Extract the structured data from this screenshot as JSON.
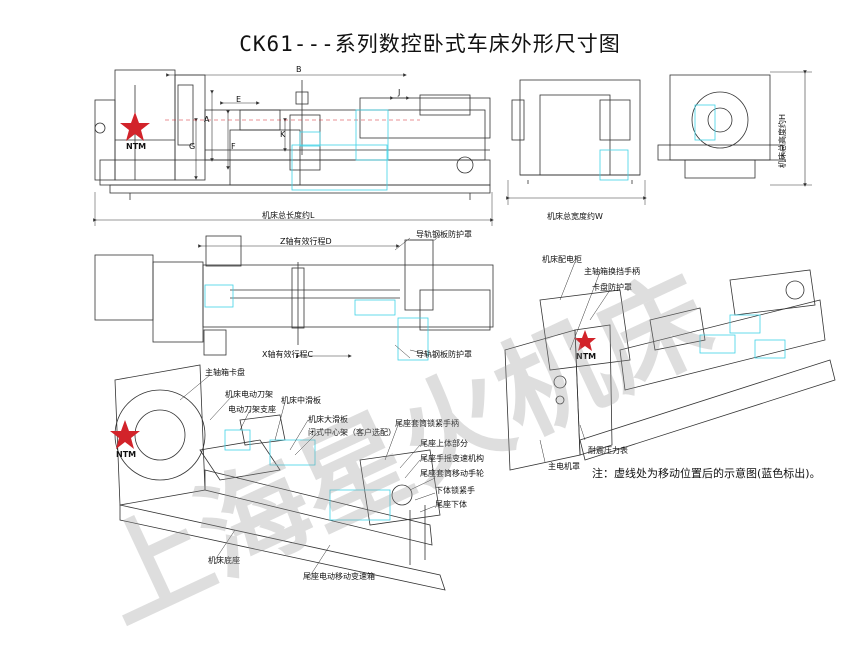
{
  "title": "CK61---系列数控卧式车床外形尺寸图",
  "dims": {
    "A": "A",
    "B": "B",
    "E": "E",
    "F": "F",
    "G": "G",
    "J": "J",
    "K": "K",
    "length": "机床总长度约L",
    "width": "机床总宽度约W",
    "height": "机床总高度约H",
    "z_travel": "Z轴有效行程D",
    "x_travel": "X轴有效行程C"
  },
  "labels": {
    "guard_top": "导轨钢板防护罩",
    "guard_bottom": "导轨钢板防护罩",
    "cabinet": "机床配电柜",
    "spindle_lever": "主轴箱换挡手柄",
    "chuck_guard": "卡盘防护罩",
    "chuck": "主轴箱卡盘",
    "turret": "机床电动刀架",
    "turret_bracket": "电动刀架支座",
    "mid_slide": "机床中滑板",
    "big_slide": "机床大滑板",
    "steady_rest": "闭式中心架（客户选配）",
    "quill_lock": "尾座套筒锁紧手柄",
    "tail_upper": "尾座上体部分",
    "tail_gear": "尾座手摇变速机构",
    "quill_wheel": "尾座套筒移动手轮",
    "lower_lock": "下体锁紧手",
    "tail_lower": "尾座下体",
    "bed_base": "机床底座",
    "tail_box": "尾座电动移动变速箱",
    "pressure_gauge": "耐震压力表",
    "motor_cover": "主电机罩"
  },
  "brand": "NTM",
  "note": "注：虚线处为移动位置后的示意图(蓝色标出)。",
  "watermark": "上海星火机床",
  "colors": {
    "line": "#333333",
    "accent_blue": "#3fd3e6",
    "brand_red": "#d2232a"
  }
}
